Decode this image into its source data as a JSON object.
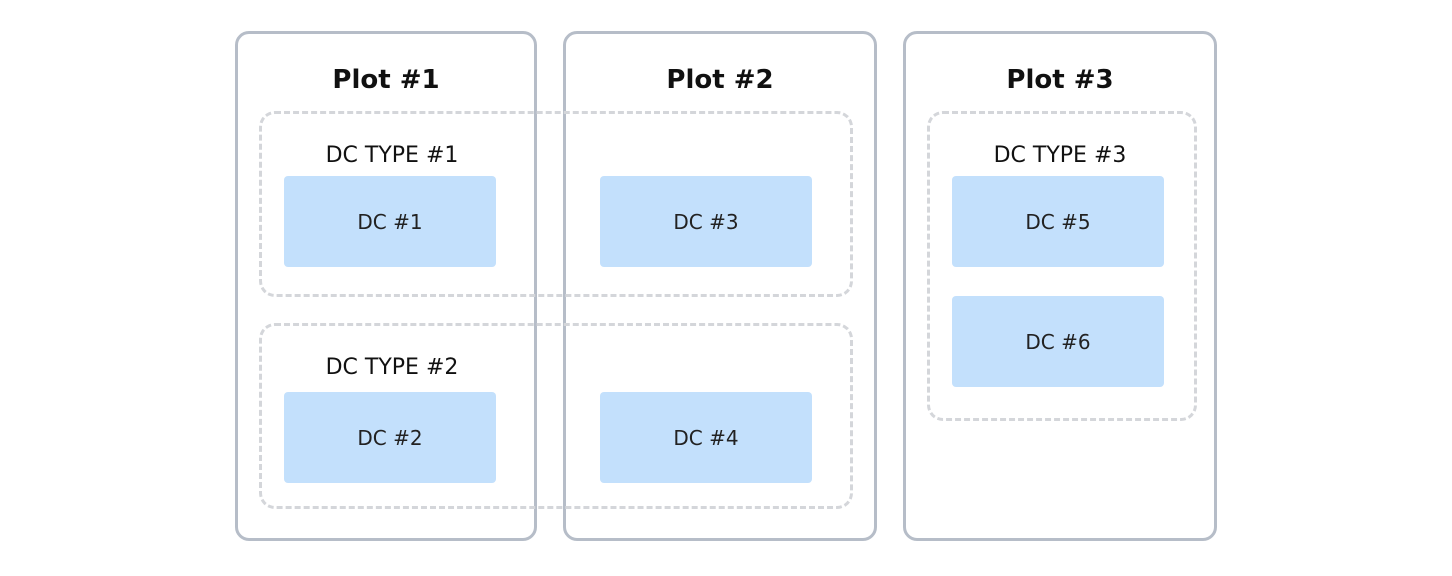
{
  "plots": [
    {
      "title": "Plot #1"
    },
    {
      "title": "Plot #2"
    },
    {
      "title": "Plot #3"
    }
  ],
  "dc_types": [
    {
      "label": "DC TYPE #1",
      "members": [
        "DC #1",
        "DC #3"
      ]
    },
    {
      "label": "DC TYPE #2",
      "members": [
        "DC #2",
        "DC #4"
      ]
    },
    {
      "label": "DC TYPE #3",
      "members": [
        "DC #5",
        "DC #6"
      ]
    }
  ],
  "dcs": [
    "DC #1",
    "DC #2",
    "DC #3",
    "DC #4",
    "DC #5",
    "DC #6"
  ],
  "colors": {
    "plot_border": "#b6bdc8",
    "group_border": "#d4d6da",
    "dc_fill": "#c3e0fc",
    "text": "#111111"
  }
}
